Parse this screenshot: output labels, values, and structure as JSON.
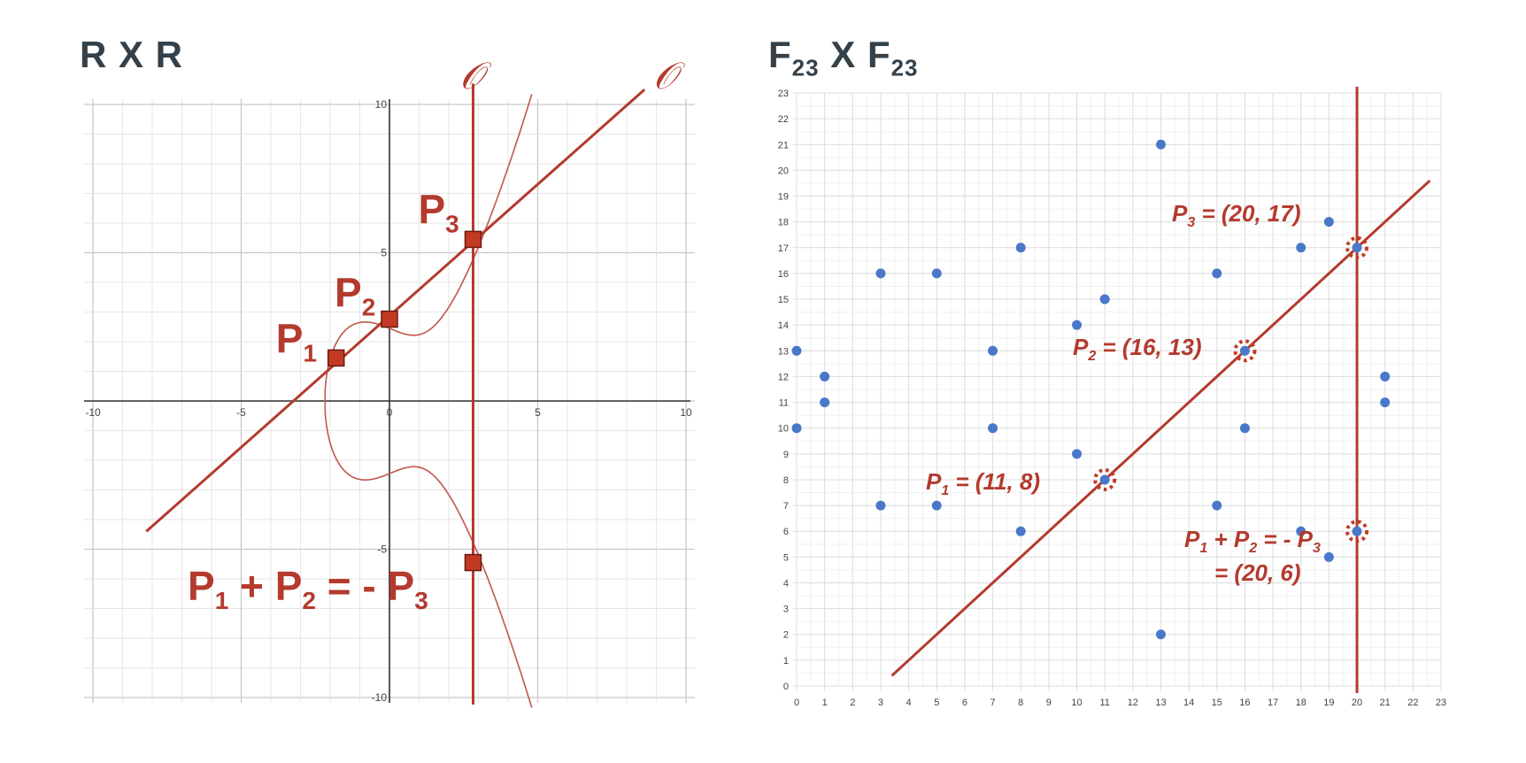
{
  "titles": {
    "left": {
      "main": "R X R"
    },
    "right": {
      "f1": "F",
      "s1": "23",
      "x": " X ",
      "f2": "F",
      "s2": "23"
    }
  },
  "colors": {
    "accent": "#b43a2e",
    "point": "#4a78c9",
    "grid": "#dcdcdc",
    "axis": "#333333"
  },
  "chart_data": [
    {
      "type": "line",
      "name": "real elliptic curve",
      "xlim": [
        -10,
        10
      ],
      "ylim": [
        -10,
        10
      ],
      "x_ticks": [
        "-10",
        "-5",
        "0",
        "5",
        "10"
      ],
      "y_ticks": [
        "10",
        "5",
        "-5",
        "-10"
      ],
      "grid": true,
      "curve": "y^2 = x^3 - 2x + 6",
      "points": [
        {
          "label_main": "P",
          "label_sub": "1",
          "x": -1.8,
          "y": 1.45
        },
        {
          "label_main": "P",
          "label_sub": "2",
          "x": 0,
          "y": 2.76
        },
        {
          "label_main": "P",
          "label_sub": "3",
          "x": 2.82,
          "y": 5.45
        },
        {
          "x": 2.82,
          "y": -5.45
        }
      ],
      "secant_line": {
        "x1": -8.2,
        "y1": -4.4,
        "x2": 8.6,
        "y2": 10.5
      },
      "vertical_line_x": 2.82,
      "infinity_labels": [
        "𝒪",
        "𝒪"
      ],
      "equation": {
        "p1": "P",
        "s1": "1",
        "plus": " + ",
        "p2": "P",
        "s2": "2",
        "eq": " = - ",
        "p3": "P",
        "s3": "3"
      }
    },
    {
      "type": "scatter",
      "name": "points over F23",
      "xlim": [
        0,
        23
      ],
      "ylim": [
        0,
        23
      ],
      "x_ticks": [
        "0",
        "1",
        "2",
        "3",
        "4",
        "5",
        "6",
        "7",
        "8",
        "9",
        "10",
        "11",
        "12",
        "13",
        "14",
        "15",
        "16",
        "17",
        "18",
        "19",
        "20",
        "21",
        "22",
        "23"
      ],
      "y_ticks": [
        "0",
        "1",
        "2",
        "3",
        "4",
        "5",
        "6",
        "7",
        "8",
        "9",
        "10",
        "11",
        "12",
        "13",
        "14",
        "15",
        "16",
        "17",
        "18",
        "19",
        "20",
        "21",
        "22",
        "23"
      ],
      "grid": true,
      "points": [
        [
          0,
          10
        ],
        [
          0,
          13
        ],
        [
          1,
          11
        ],
        [
          1,
          12
        ],
        [
          3,
          7
        ],
        [
          3,
          16
        ],
        [
          5,
          7
        ],
        [
          5,
          16
        ],
        [
          7,
          10
        ],
        [
          7,
          13
        ],
        [
          8,
          6
        ],
        [
          8,
          17
        ],
        [
          10,
          9
        ],
        [
          10,
          14
        ],
        [
          11,
          15
        ],
        [
          13,
          2
        ],
        [
          13,
          21
        ],
        [
          15,
          7
        ],
        [
          15,
          16
        ],
        [
          16,
          10
        ],
        [
          18,
          6
        ],
        [
          18,
          17
        ],
        [
          19,
          5
        ],
        [
          19,
          18
        ],
        [
          21,
          11
        ],
        [
          21,
          12
        ]
      ],
      "highlighted": [
        {
          "x": 11,
          "y": 8,
          "text": "P",
          "sub": "1",
          "rest": " = (11, 8)"
        },
        {
          "x": 16,
          "y": 13,
          "text": "P",
          "sub": "2",
          "rest": " = (16, 13)"
        },
        {
          "x": 20,
          "y": 17,
          "text": "P",
          "sub": "3",
          "rest": " = (20, 17)"
        },
        {
          "x": 20,
          "y": 6,
          "text": "P",
          "sub": "1",
          "rest": " + P",
          "sub2": "2",
          "rest2": " = - P",
          "sub3": "3",
          "line2": "= (20, 6)"
        }
      ],
      "line": {
        "x1": 3.4,
        "y1": 0.4,
        "x2": 22.6,
        "y2": 19.6
      },
      "vertical_line_x": 20
    }
  ]
}
